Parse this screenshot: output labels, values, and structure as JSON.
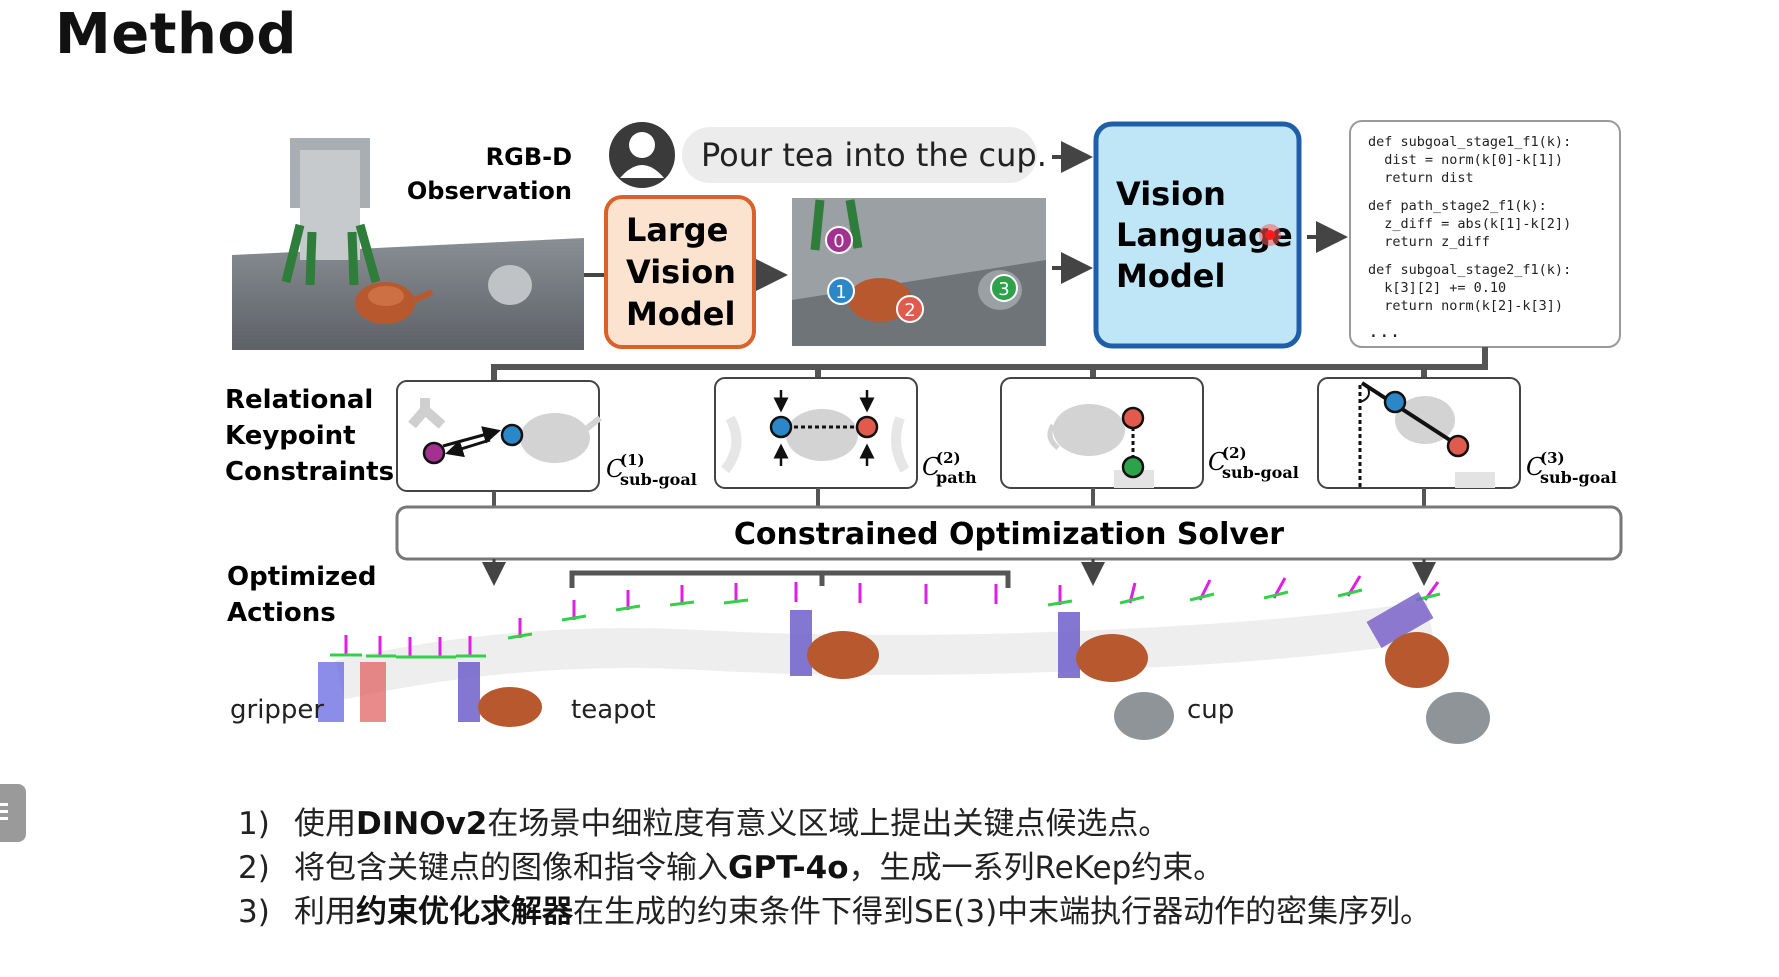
{
  "slide_title": "Method",
  "figure": {
    "rgbd_label": [
      "RGB-D",
      "Observation"
    ],
    "instruction": "Pour tea into the cup.",
    "lvm_label": [
      "Large",
      "Vision",
      "Model"
    ],
    "vlm_label": [
      "Vision",
      "Language",
      "Model"
    ],
    "keypoint_ids": [
      "0",
      "1",
      "2",
      "3"
    ],
    "code_lines": [
      "def subgoal_stage1_f1(k):",
      "  dist = norm(k[0]-k[1])",
      "  return dist",
      "def path_stage2_f1(k):",
      "  z_diff = abs(k[1]-k[2])",
      "  return z_diff",
      "def subgoal_stage2_f1(k):",
      "  k[3][2] += 0.10",
      "  return norm(k[2]-k[3])",
      "..."
    ],
    "constraints_label": [
      "Relational",
      "Keypoint",
      "Constraints"
    ],
    "constraints": [
      {
        "sup": "(1)",
        "sub": "sub-goal"
      },
      {
        "sup": "(2)",
        "sub": "path"
      },
      {
        "sup": "(2)",
        "sub": "sub-goal"
      },
      {
        "sup": "(3)",
        "sub": "sub-goal"
      }
    ],
    "constraint_symbol": "C",
    "solver_label": "Constrained Optimization Solver",
    "actions_label": [
      "Optimized",
      "Actions"
    ],
    "object_labels": {
      "gripper": "gripper",
      "teapot": "teapot",
      "cup": "cup"
    }
  },
  "notes": [
    {
      "num": "1)",
      "pre": "使用",
      "bold": "DINOv2",
      "post": "在场景中细粒度有意义区域上提出关键点候选点。"
    },
    {
      "num": "2)",
      "pre": "将包含关键点的图像和指令输入",
      "bold": "GPT-4o",
      "post": "，生成一系列ReKep约束。"
    },
    {
      "num": "3)",
      "pre": "利用",
      "bold": "约束优化求解器",
      "post": "在生成的约束条件下得到SE(3)中末端执行器动作的密集序列。"
    }
  ],
  "colors": {
    "lvm_fill": "#fbe3cf",
    "lvm_border": "#d9622b",
    "vlm_fill": "#bfe6f7",
    "vlm_border": "#1f5fa8",
    "kp_purple": "#a2318f",
    "kp_blue": "#2b87c7",
    "kp_red": "#e05a4e",
    "kp_green": "#2ea24b",
    "bracket": "#555555",
    "magenta": "#e11ee6"
  }
}
